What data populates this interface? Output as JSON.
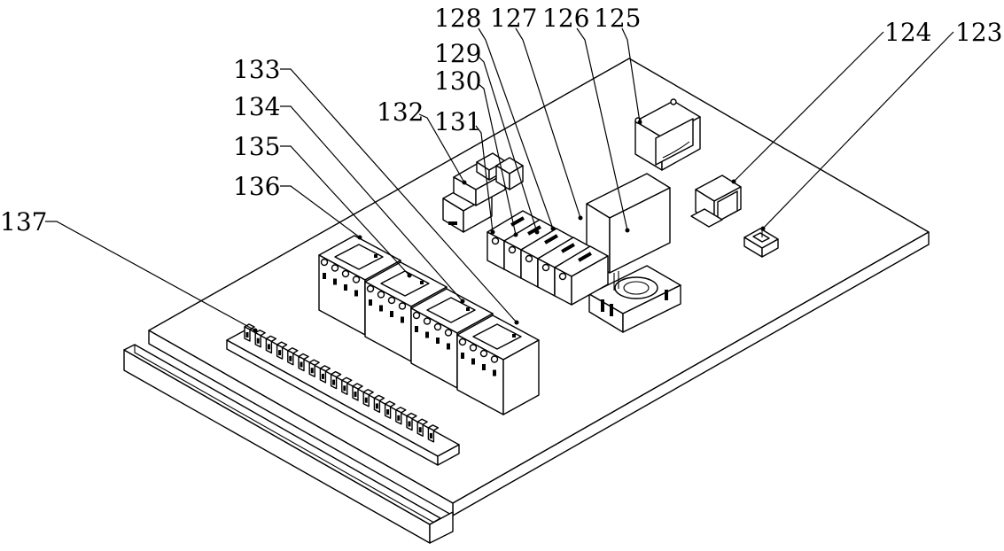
{
  "labels": [
    "123",
    "124",
    "125",
    "126",
    "127",
    "128",
    "129",
    "130",
    "131",
    "132",
    "133",
    "134",
    "135",
    "136",
    "137"
  ]
}
